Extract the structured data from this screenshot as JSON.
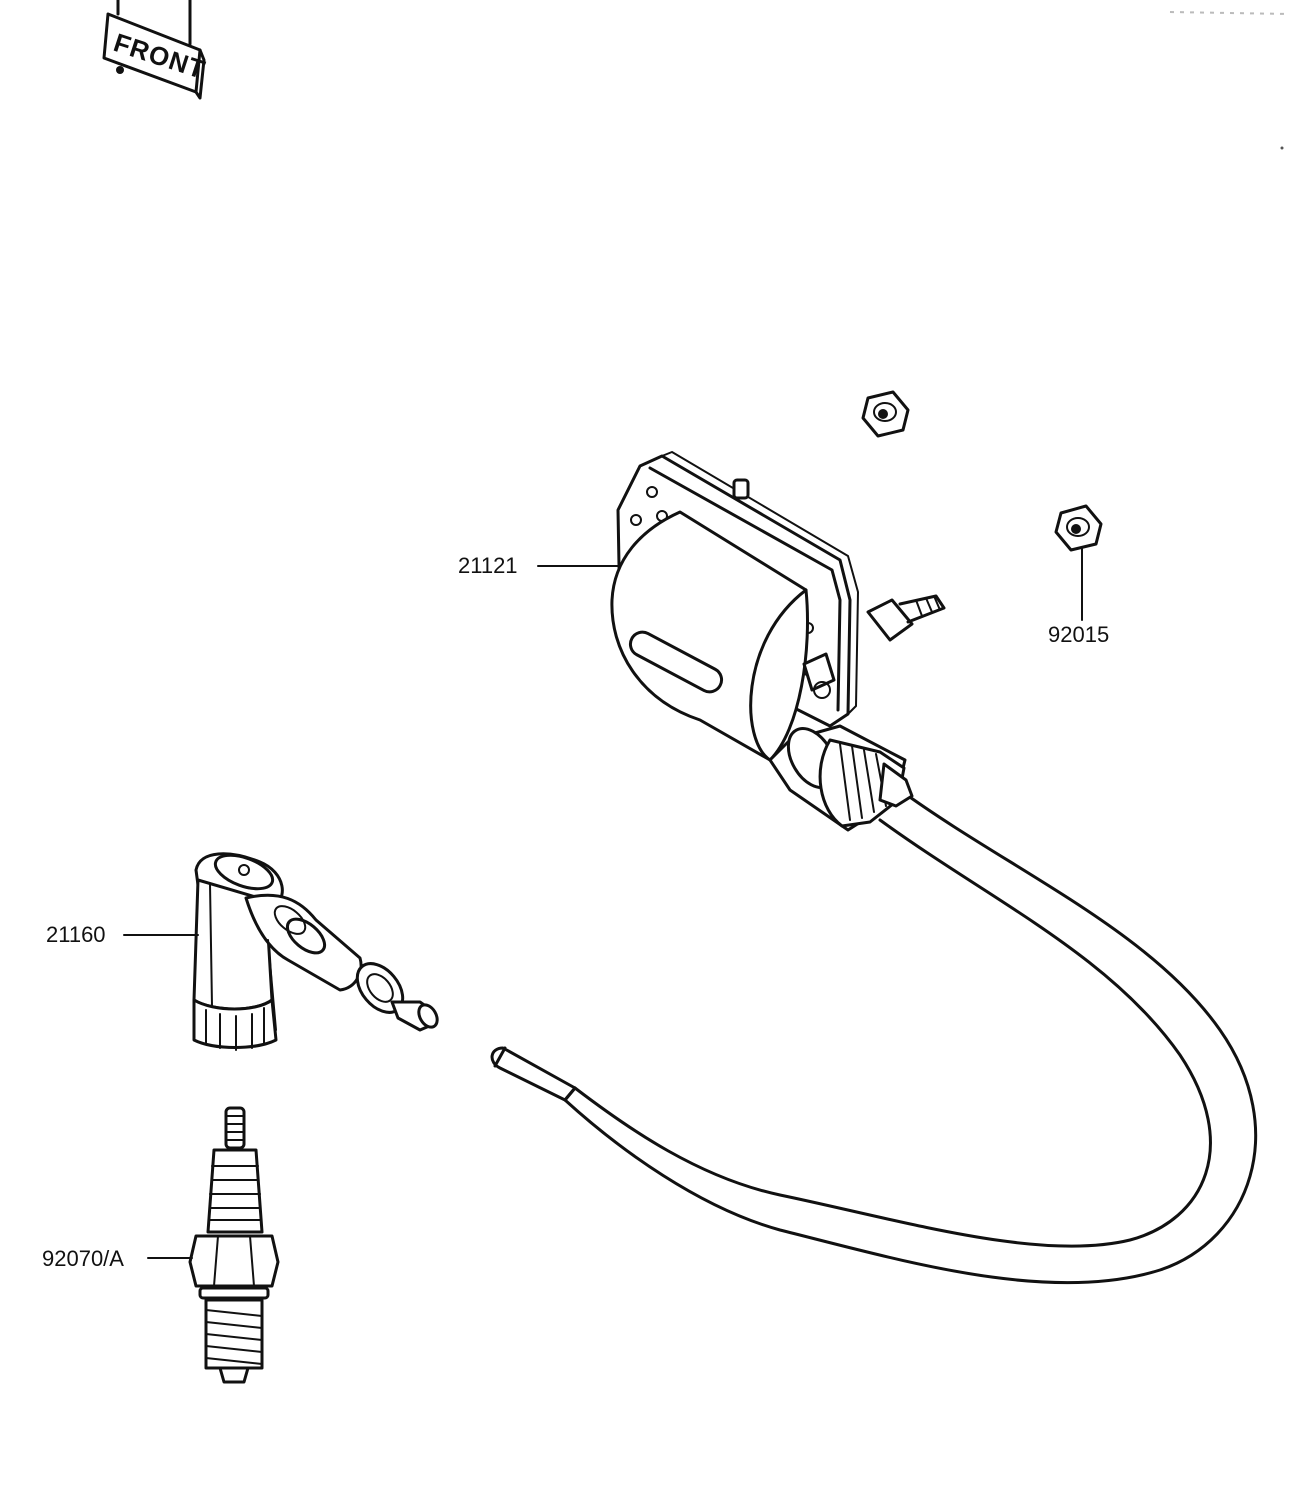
{
  "badge": {
    "label": "FRONT"
  },
  "colors": {
    "ink": "#111111",
    "paper": "#ffffff"
  },
  "callouts": {
    "ignition_coil": "21121",
    "nut": "92015",
    "plug_cap": "21160",
    "spark_plug": "92070/A"
  }
}
